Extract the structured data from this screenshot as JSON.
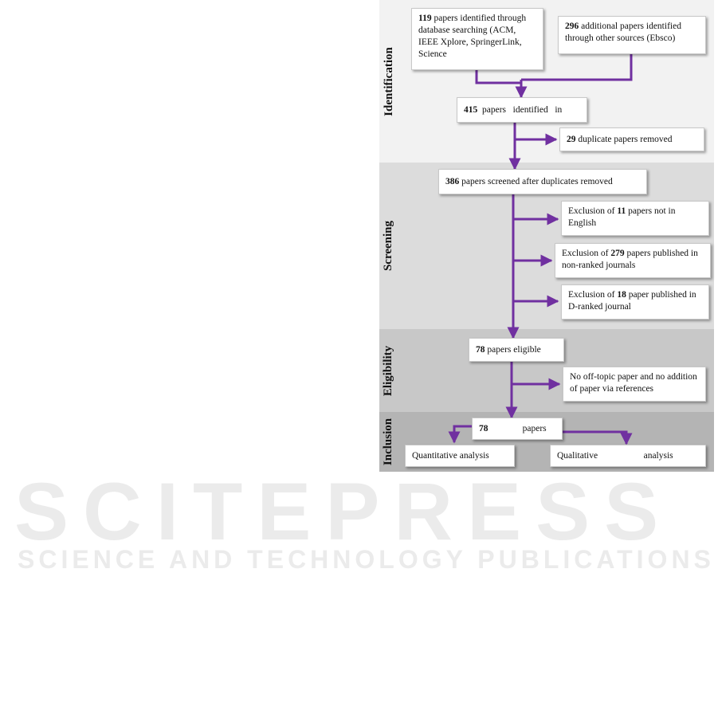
{
  "watermark": {
    "title": "SCITEPRESS",
    "subtitle": "SCIENCE AND TECHNOLOGY PUBLICATIONS"
  },
  "phases": [
    "Identification",
    "Screening",
    "Eligibility",
    "Inclusion"
  ],
  "boxes": {
    "db_search": {
      "count": "119",
      "text": " papers identified through database searching (ACM, IEEE Xplore, SpringerLink, Science"
    },
    "other_sources": {
      "count": "296",
      "text": " additional papers identified through other sources (Ebsco)"
    },
    "identified": {
      "count": "415",
      "text": "  papers   identified   in"
    },
    "duplicates": {
      "count": "29",
      "text": " duplicate papers removed"
    },
    "screened": {
      "count": "386",
      "text": " papers screened after duplicates removed"
    },
    "excl_english": {
      "prefix": "Exclusion of ",
      "count": "11",
      "text": " papers not in English"
    },
    "excl_nonranked": {
      "prefix": "Exclusion of ",
      "count": "279",
      "text": " papers published in non-ranked journals"
    },
    "excl_dranked": {
      "prefix": "Exclusion of ",
      "count": "18",
      "text": " paper published in D-ranked journal"
    },
    "eligible": {
      "count": "78",
      "text": " papers eligible"
    },
    "offtopic": {
      "text": "No off-topic paper and no addition of paper via references"
    },
    "included": {
      "count": "78",
      "text": "               papers"
    },
    "quant": {
      "text": "Quantitative analysis"
    },
    "qual": {
      "text": "Qualitative                    analysis"
    }
  },
  "colors": {
    "arrow": "#7030a0",
    "identification_band": "#f2f2f2",
    "screening_band": "#dcdcdc",
    "eligibility_band": "#c8c8c8",
    "inclusion_band": "#b4b4b4"
  }
}
